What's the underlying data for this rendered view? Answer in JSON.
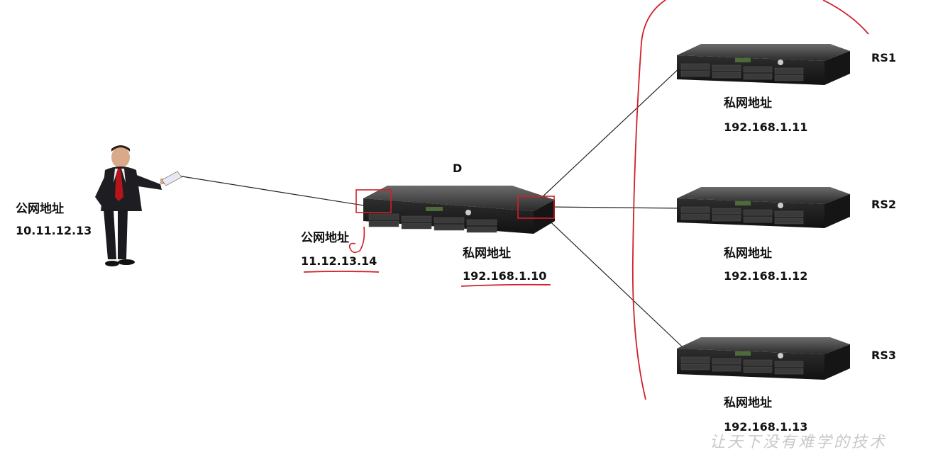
{
  "client": {
    "title": "公网地址",
    "ip": "10.11.12.13"
  },
  "director": {
    "name": "D",
    "public": {
      "title": "公网地址",
      "ip": "11.12.13.14"
    },
    "private": {
      "title": "私网地址",
      "ip": "192.168.1.10"
    }
  },
  "real_servers": [
    {
      "name": "RS1",
      "title": "私网地址",
      "ip": "192.168.1.11"
    },
    {
      "name": "RS2",
      "title": "私网地址",
      "ip": "192.168.1.12"
    },
    {
      "name": "RS3",
      "title": "私网地址",
      "ip": "192.168.1.13"
    }
  ],
  "watermark": "让天下没有难学的技术",
  "colors": {
    "annotation": "#d0202a",
    "line": "#222222",
    "server_body": "#1c1c1c"
  }
}
